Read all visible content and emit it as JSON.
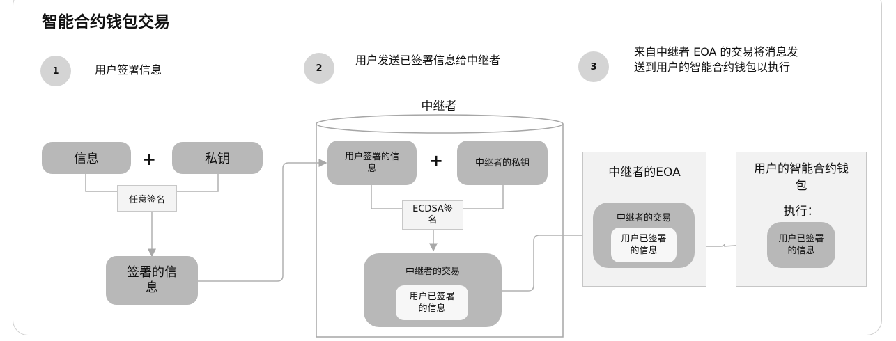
{
  "title": "智能合约钱包交易",
  "steps": [
    {
      "number": "1",
      "text": "用户签署信息"
    },
    {
      "number": "2",
      "text": "用户发送已签署信息给中继者"
    },
    {
      "number": "3",
      "text": "来自中继者 EOA 的交易将消息发送到用户的智能合约钱包以执行"
    }
  ],
  "left": {
    "message": "信息",
    "plus": "+",
    "private_key": "私钥",
    "sign_label": "任意签名",
    "signed": "签署的信息"
  },
  "relayer": {
    "title": "中继者",
    "signed_msg": "用户签署的信息",
    "plus": "+",
    "relayer_key": "中继者的私钥",
    "sign_label": "ECDSA签名",
    "tx_title": "中继者的交易",
    "tx_inner": "用户已签署的信息"
  },
  "eoa": {
    "title": "中继者的EOA",
    "tx_title": "中继者的交易",
    "tx_inner": "用户已签署的信息"
  },
  "wallet": {
    "title": "用户的智能合约钱包",
    "exec": "执行：",
    "inner": "用户已签署的信息"
  }
}
